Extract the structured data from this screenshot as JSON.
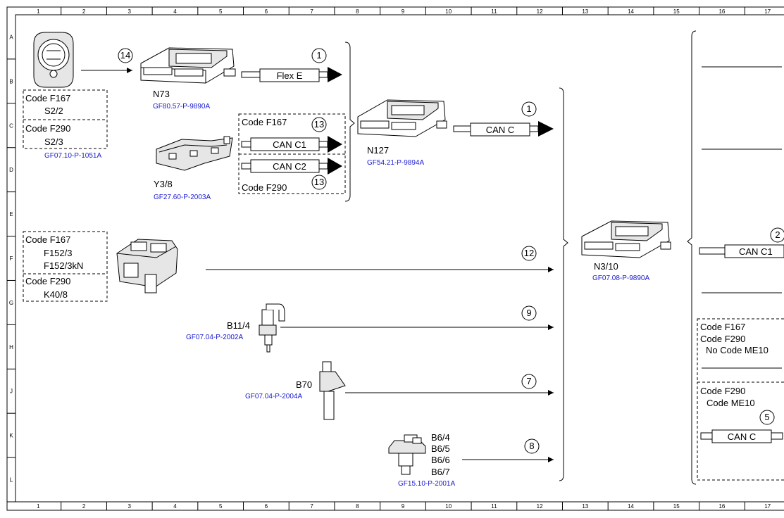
{
  "grid": {
    "columns": [
      "1",
      "2",
      "3",
      "4",
      "5",
      "6",
      "7",
      "8",
      "9",
      "10",
      "11",
      "12",
      "13",
      "14",
      "15",
      "16",
      "17"
    ],
    "rows": [
      "A",
      "B",
      "C",
      "D",
      "E",
      "F",
      "G",
      "H",
      "J",
      "K",
      "L"
    ]
  },
  "codes": {
    "s2": {
      "c1": "Code F167",
      "v1": "S2/2",
      "c2": "Code F290",
      "v2": "S2/3",
      "ref": "GF07.10-P-1051A"
    },
    "can_c1_box": {
      "c1": "Code F167",
      "c2": "Code F290"
    },
    "f152": {
      "c1": "Code F167",
      "v1a": "F152/3",
      "v1b": "F152/3kN",
      "c2": "Code F290",
      "v2": "K40/8"
    },
    "right_a": {
      "l1": "Code F167",
      "l2": "Code F290",
      "l3": "No Code ME10"
    },
    "right_b": {
      "l1": "Code F290",
      "l2": "Code ME10"
    }
  },
  "components": {
    "n73": {
      "name": "N73",
      "ref": "GF80.57-P-9890A"
    },
    "y38": {
      "name": "Y3/8",
      "ref": "GF27.60-P-2003A"
    },
    "n127": {
      "name": "N127",
      "ref": "GF54.21-P-9894A"
    },
    "n310": {
      "name": "N3/10",
      "ref": "GF07.08-P-9890A"
    },
    "b114": {
      "name": "B11/4",
      "ref": "GF07.04-P-2002A"
    },
    "b70": {
      "name": "B70",
      "ref": "GF07.04-P-2004A"
    },
    "b6": {
      "n1": "B6/4",
      "n2": "B6/5",
      "n3": "B6/6",
      "n4": "B6/7",
      "ref": "GF15.10-P-2001A"
    }
  },
  "buses": {
    "flex_e": "Flex E",
    "can_c1": "CAN C1",
    "can_c2": "CAN C2",
    "can_c": "CAN C",
    "can_c1_right": "CAN C1",
    "can_c_right": "CAN C"
  },
  "markers": {
    "m14": "14",
    "m1a": "1",
    "m13a": "13",
    "m13b": "13",
    "m1b": "1",
    "m12": "12",
    "m9": "9",
    "m7": "7",
    "m8": "8",
    "m2": "2",
    "m5": "5"
  }
}
